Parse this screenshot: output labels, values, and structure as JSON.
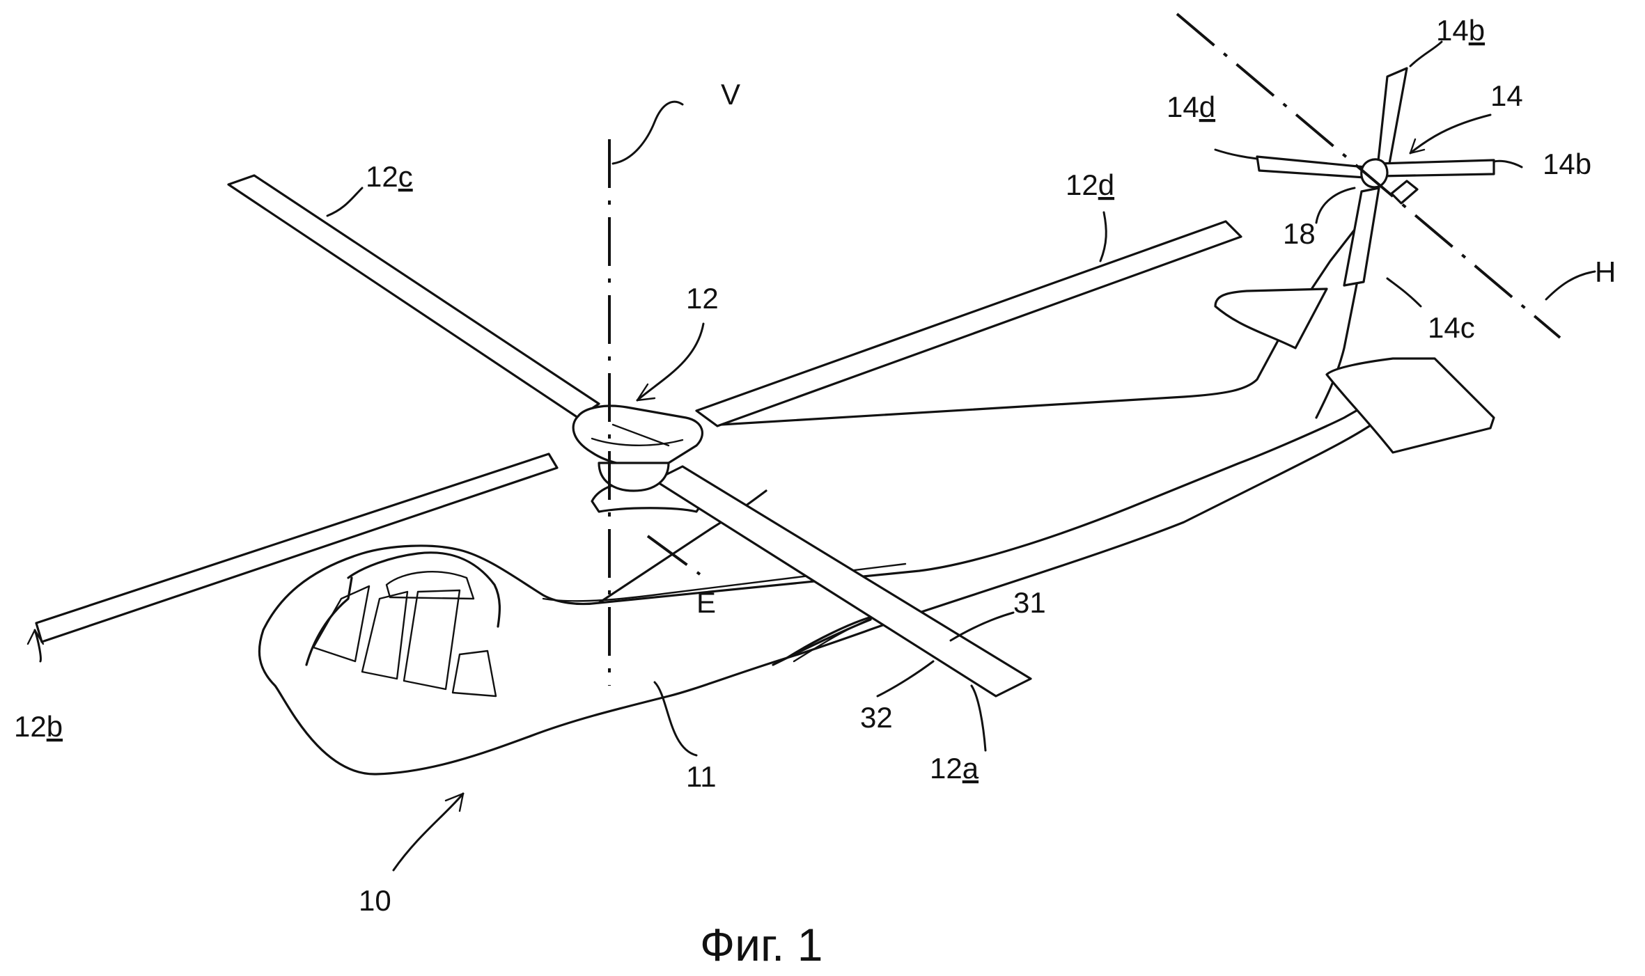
{
  "figure": {
    "caption": "Фиг. 1",
    "labels": {
      "main_rotor": "12",
      "blade_a_num": "12",
      "blade_a_sfx": "a",
      "blade_b_num": "12",
      "blade_b_sfx": "b",
      "blade_c_num": "12",
      "blade_c_sfx": "c",
      "blade_d_num": "12",
      "blade_d_sfx": "d",
      "tail_rotor": "14",
      "tail_b_top_num": "14",
      "tail_b_top_sfx": "b",
      "tail_b_right": "14b",
      "tail_c": "14c",
      "tail_d_num": "14",
      "tail_d_sfx": "d",
      "hub_18": "18",
      "axis_v": "V",
      "axis_h": "H",
      "axis_e": "E",
      "fuselage": "11",
      "helicopter": "10",
      "edge_31": "31",
      "edge_32": "32"
    }
  }
}
